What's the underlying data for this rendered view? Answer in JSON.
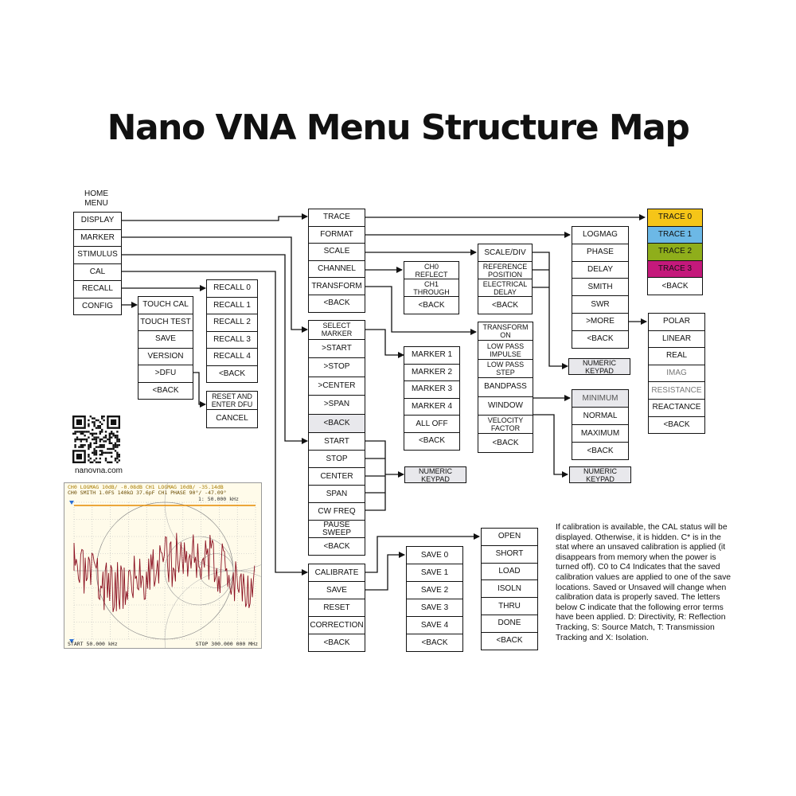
{
  "title": "Nano VNA Menu Structure Map",
  "home_menu_label": "HOME\nMENU",
  "home_menu": [
    "DISPLAY",
    "MARKER",
    "STIMULUS",
    "CAL",
    "RECALL",
    "CONFIG"
  ],
  "display_menu": [
    "TRACE",
    "FORMAT",
    "SCALE",
    "CHANNEL",
    "TRANSFORM",
    "<BACK"
  ],
  "trace_menu": [
    "TRACE 0",
    "TRACE 1",
    "TRACE 2",
    "TRACE 3",
    "<BACK"
  ],
  "trace_colors": [
    "#f5c518",
    "#6cb8e6",
    "#8fae1b",
    "#c4197b"
  ],
  "format_menu": [
    "LOGMAG",
    "PHASE",
    "DELAY",
    "SMITH",
    "SWR",
    ">MORE",
    "<BACK"
  ],
  "more_menu": [
    "POLAR",
    "LINEAR",
    "REAL",
    "IMAG",
    "RESISTANCE",
    "REACTANCE",
    "<BACK"
  ],
  "scale_menu": [
    "SCALE/DIV",
    "REFERENCE\nPOSITION",
    "ELECTRICAL\nDELAY",
    "<BACK"
  ],
  "channel_menu": [
    "CH0\nREFLECT",
    "CH1\nTHROUGH",
    "<BACK"
  ],
  "transform_menu": [
    "TRANSFORM\nON",
    "LOW PASS\nIMPULSE",
    "LOW PASS\nSTEP",
    "BANDPASS",
    "WINDOW",
    "VELOCITY\nFACTOR",
    "<BACK"
  ],
  "window_menu": [
    "MINIMUM",
    "NORMAL",
    "MAXIMUM",
    "<BACK"
  ],
  "numeric_keypad": "NUMERIC\nKEYPAD",
  "marker_menu": [
    "SELECT\nMARKER",
    ">START",
    ">STOP",
    ">CENTER",
    ">SPAN",
    "<BACK"
  ],
  "select_marker_menu": [
    "MARKER 1",
    "MARKER 2",
    "MARKER 3",
    "MARKER 4",
    "ALL OFF",
    "<BACK"
  ],
  "stimulus_menu": [
    "START",
    "STOP",
    "CENTER",
    "SPAN",
    "CW FREQ",
    "PAUSE SWEEP",
    "<BACK"
  ],
  "cal_menu": [
    "CALIBRATE",
    "SAVE",
    "RESET",
    "CORRECTION",
    "<BACK"
  ],
  "save_menu": [
    "SAVE 0",
    "SAVE 1",
    "SAVE 2",
    "SAVE 3",
    "SAVE 4",
    "<BACK"
  ],
  "calibrate_menu": [
    "OPEN",
    "SHORT",
    "LOAD",
    "ISOLN",
    "THRU",
    "DONE",
    "<BACK"
  ],
  "recall_menu": [
    "RECALL 0",
    "RECALL 1",
    "RECALL 2",
    "RECALL 3",
    "RECALL 4",
    "<BACK"
  ],
  "config_menu": [
    "TOUCH CAL",
    "TOUCH TEST",
    "SAVE",
    "VERSION",
    ">DFU",
    "<BACK"
  ],
  "dfu_menu": [
    "RESET AND\nENTER DFU",
    "CANCEL"
  ],
  "qr_url": "nanovna.com",
  "screen": {
    "line1": "CH0 LOGMAG 10dB/ -0.08dB   CH1 LOGMAG 10dB/ -35.14dB",
    "line2": "CH0 SMITH 1.0FS  140kΩ 37.6pF  CH1 PHASE 90°/ -47.09°",
    "marker": "1: 50.000 kHz",
    "start": "START 50.000 kHz",
    "stop": "STOP 300.000 000 MHz"
  },
  "note": "If calibration is available, the CAL status will be displayed. Otherwise, it is hidden. C* is in the stat where an unsaved calibration is applied (it disappears from memory when the power is turned off). C0 to C4 Indicates that the saved calibration values are applied to one of the save locations. Saved or Unsaved will change when calibration data is properly saved. The letters below C indicate that the following error terms have been applied. D: Directivity, R: Reflection Tracking, S: Source Match, T: Transmission Tracking and X: Isolation."
}
